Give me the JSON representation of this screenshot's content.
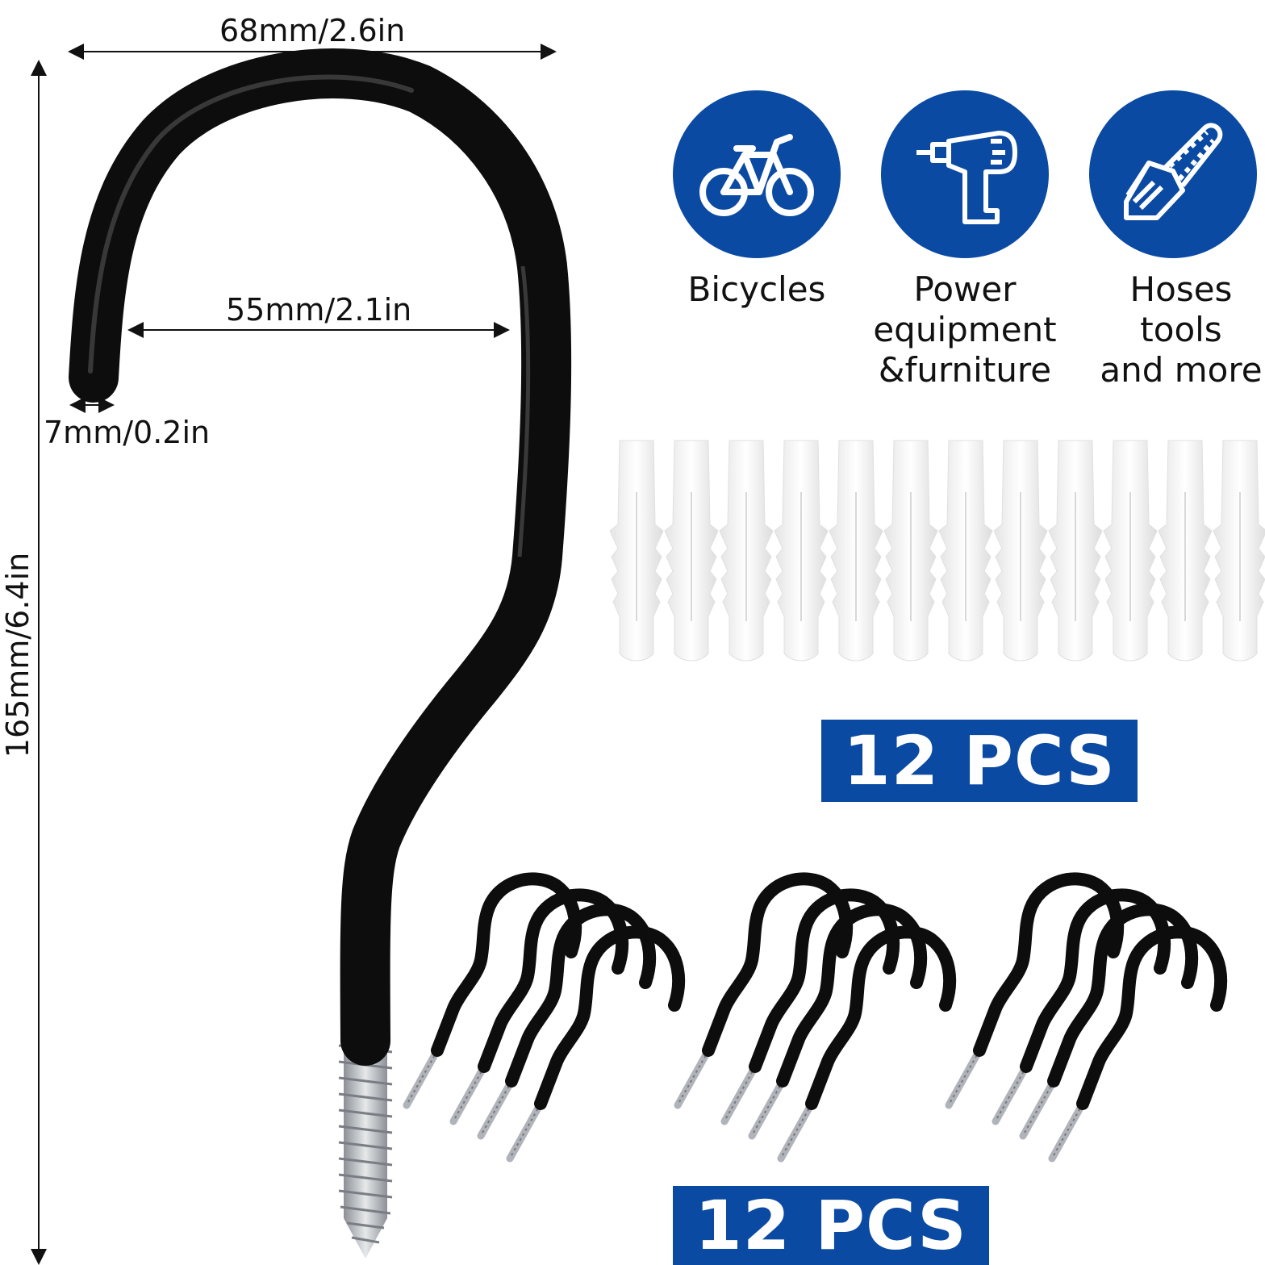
{
  "dimensions": {
    "overall_width": "68mm/2.6in",
    "opening_width": "55mm/2.1in",
    "wire_diameter": "7mm/0.2in",
    "height": "165mm/6.4in"
  },
  "uses": [
    {
      "icon": "bicycle-icon",
      "label": "Bicycles"
    },
    {
      "icon": "power-drill-icon",
      "label": "Power\nequipment\n&furniture"
    },
    {
      "icon": "chainsaw-icon",
      "label": "Hoses\ntools\nand more"
    }
  ],
  "anchors_badge": "12 PCS",
  "hooks_badge": "12 PCS",
  "colors": {
    "accent": "#0b4aa2",
    "hook": "#111111",
    "screw": "#b8bcc2",
    "anchor": "#f2f2f2"
  }
}
